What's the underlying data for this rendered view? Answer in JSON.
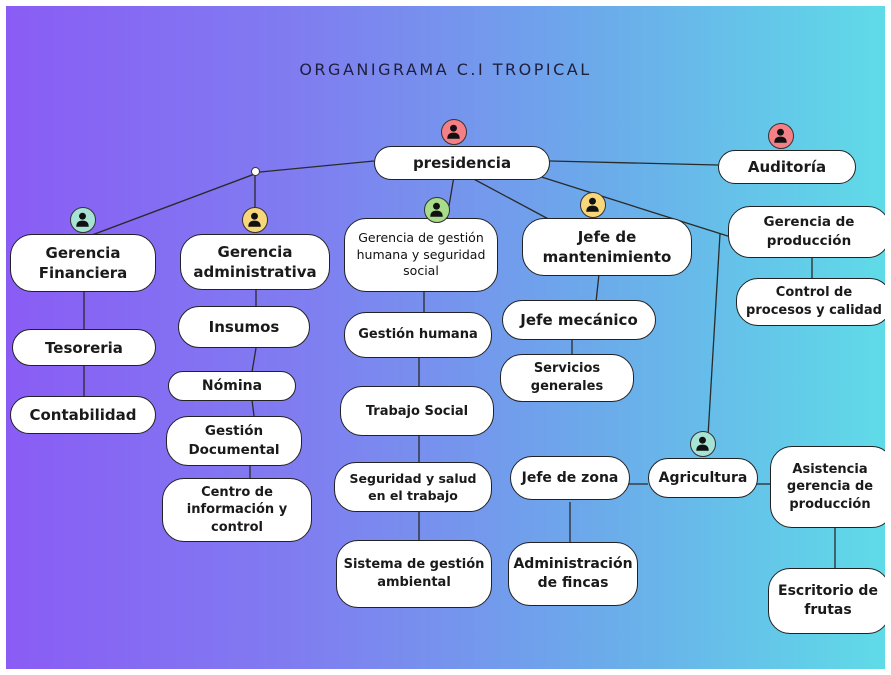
{
  "title": "ORGANIGRAMA C.I TROPICAL",
  "nodes": {
    "presidencia": "presidencia",
    "auditoria": "Auditoría",
    "gerencia_financiera": "Gerencia Financiera",
    "tesoreria": "Tesoreria",
    "contabilidad": "Contabilidad",
    "gerencia_administrativa": "Gerencia administrativa",
    "insumos": "Insumos",
    "nomina": "Nómina",
    "gestion_documental": "Gestión Documental",
    "centro_informacion": "Centro de información y control",
    "gerencia_gestion_humana": "Gerencia de gestión humana y seguridad social",
    "gestion_humana": "Gestión humana",
    "trabajo_social": "Trabajo Social",
    "seguridad_salud": "Seguridad y salud en el trabajo",
    "sistema_gestion_ambiental": "Sistema de gestión ambiental",
    "jefe_mantenimiento": "Jefe de mantenimiento",
    "jefe_mecanico": "Jefe mecánico",
    "servicios_generales": "Servicios generales",
    "gerencia_produccion": "Gerencia de producción",
    "control_procesos": "Control de procesos y calidad",
    "agricultura": "Agricultura",
    "jefe_zona": "Jefe de zona",
    "administracion_fincas": "Administración de fincas",
    "asistencia_gerencia": "Asistencia gerencia de producción",
    "escritorio_frutas": "Escritorio de frutas"
  },
  "avatars": {
    "presidencia": "#f47f86",
    "auditoria": "#f47f86",
    "gerencia_financiera": "#a7e3d5",
    "gerencia_administrativa": "#f8d77a",
    "gerencia_gestion_humana": "#a8dc8a",
    "jefe_mantenimiento": "#f8d77a",
    "agricultura": "#a7e3d5"
  },
  "icons": {
    "avatar": "person-icon"
  }
}
